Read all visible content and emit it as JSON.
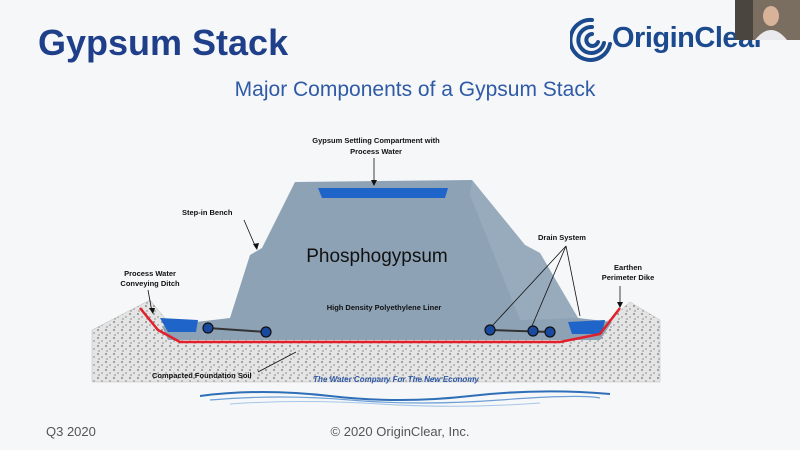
{
  "slide": {
    "title": "Gypsum Stack",
    "subtitle": "Major Components of a Gypsum Stack",
    "logo_text": "OriginClear",
    "footer_left": "Q3 2020",
    "footer_center": "© 2020 OriginClear, Inc."
  },
  "diagram": {
    "main_label": "Phosphogypsum",
    "labels": {
      "settling_line1": "Gypsum Settling Compartment with",
      "settling_line2": "Process Water",
      "step_in_bench": "Step-in Bench",
      "drain_system": "Drain System",
      "earthen_line1": "Earthen",
      "earthen_line2": "Perimeter Dike",
      "process_line1": "Process Water",
      "process_line2": "Conveying Ditch",
      "liner": "High Density Polyethylene Liner",
      "foundation": "Compacted Foundation Soil"
    },
    "tagline": "The Water Company For The New Economy"
  },
  "colors": {
    "title": "#1f3f8a",
    "subtitle": "#2f5aa6",
    "stack": "#8ea2b6",
    "water": "#1f64c8",
    "liner": "#e0202a"
  },
  "icons": [
    "logo-swirl-icon",
    "drain-pipe-icon"
  ]
}
